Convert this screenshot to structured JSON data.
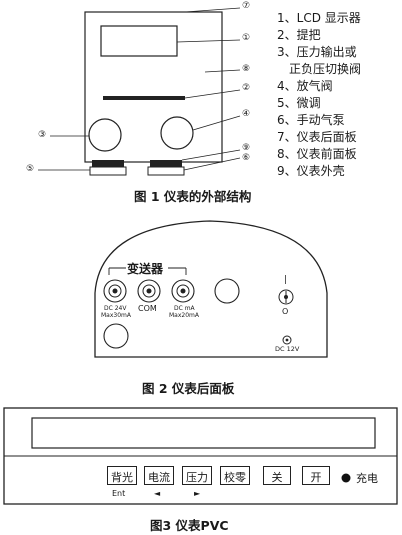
{
  "fig1": {
    "caption": "图 1   仪表的外部结构",
    "legend": [
      "1、LCD 显示器",
      "2、提把",
      "3、压力输出或",
      "正负压切换阀",
      "4、放气阀",
      "5、微调",
      "6、手动气泵",
      "7、仪表后面板",
      "8、仪表前面板",
      "9、仪表外壳"
    ],
    "callouts": [
      "⑦",
      "①",
      "⑧",
      "②",
      "④",
      "③",
      "⑨",
      "⑥",
      "⑤"
    ]
  },
  "fig2": {
    "caption": "图 2   仪表后面板",
    "transmitter_label": "变送器",
    "com_label": "COM",
    "left_port_label": "DC  24V",
    "left_port_sub": "Max30mA",
    "right_port_label": "DC  mA",
    "right_port_sub": "Max20mA",
    "power_on": "|",
    "power_off": "O",
    "dc_label": "DC  12V"
  },
  "fig3": {
    "caption": "图3   仪表PVC",
    "buttons": [
      {
        "label": "背光",
        "sub": "Ent"
      },
      {
        "label": "电流",
        "sub": "◄"
      },
      {
        "label": "压力",
        "sub": "►"
      },
      {
        "label": "校零",
        "sub": ""
      },
      {
        "label": "关",
        "sub": ""
      },
      {
        "label": "开",
        "sub": ""
      }
    ],
    "charge_label": "充电"
  }
}
